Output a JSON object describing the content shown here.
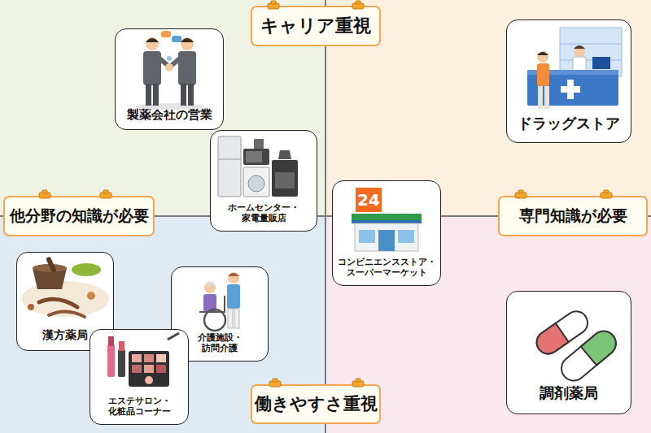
{
  "diagram": {
    "nodes": [
      {
        "text": [
          "キャリア重視"
        ]
      },
      {
        "text": [
          "製薬会社の営業"
        ]
      },
      {
        "text": [
          "ドラッグストア"
        ]
      },
      {
        "text": [
          "ホームセンター・ 家電量販店"
        ]
      },
      {
        "text": [
          "他分野の知識が必要"
        ]
      },
      {
        "text": [
          "コンビニエンスストア・ スーパーマーケット"
        ]
      },
      {
        "text": [
          "専門知識が必要"
        ]
      },
      {
        "text": [
          "漢方薬局"
        ]
      },
      {
        "text": [
          "介護施設・ 訪問介護"
        ]
      },
      {
        "text": [
          "調剤薬局"
        ]
      },
      {
        "text": [
          "エステサロン・ 化粧品コーナー"
        ]
      },
      {
        "text": [
          "働きやすさ重視"
        ]
      }
    ],
    "labels": [
      "24"
    ]
  }
}
